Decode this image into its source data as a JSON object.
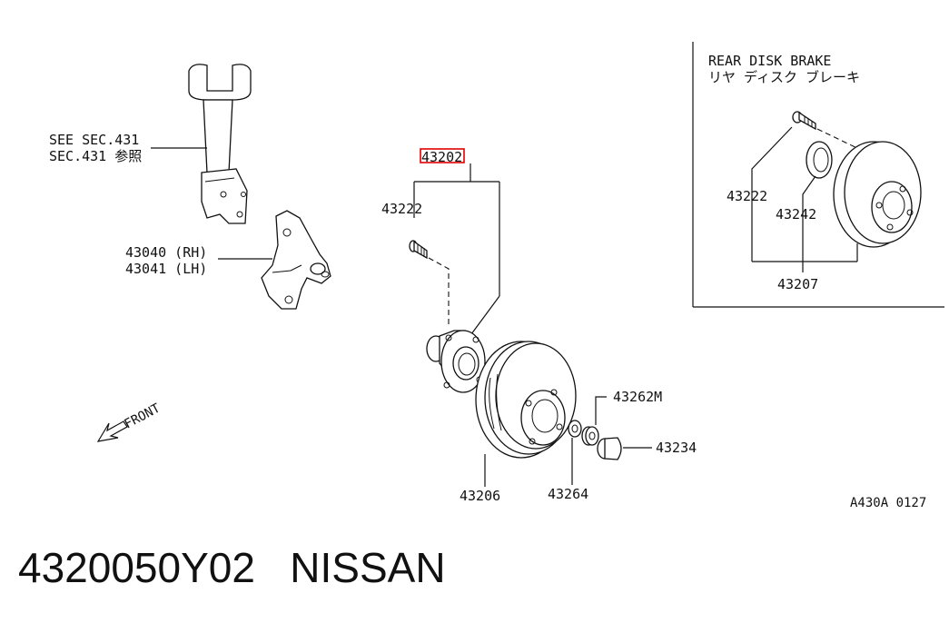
{
  "diagram": {
    "labels": {
      "see_sec": "SEE SEC.431",
      "sec_ref_jp": "SEC.431 参照",
      "knuckle_rh": "43040 (RH)",
      "knuckle_lh": "43041 (LH)",
      "hub_assy": "43202",
      "bolt": "43222",
      "drum": "43206",
      "washer": "43264",
      "nut": "43262M",
      "cap": "43234",
      "front": "FRONT",
      "figure_code": "A430A 0127"
    },
    "inset": {
      "title_en": "REAR DISK BRAKE",
      "title_jp": "リヤ ディスク ブレーキ",
      "bolt": "43222",
      "seal": "43242",
      "disk_assy": "43207"
    },
    "highlight_color": "#e00000"
  },
  "footer": {
    "part_number": "4320050Y02",
    "brand": "NISSAN"
  }
}
